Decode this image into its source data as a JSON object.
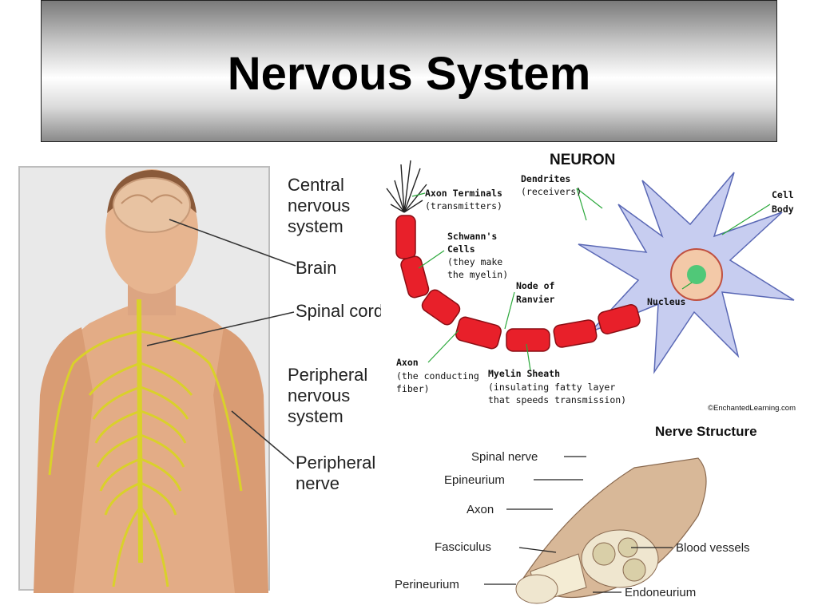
{
  "slide": {
    "title": "Nervous System"
  },
  "body_figure": {
    "labels": {
      "cns_1": "Central",
      "cns_2": "nervous",
      "cns_3": "system",
      "brain": "Brain",
      "spinal_cord": "Spinal cord",
      "pns_1": "Peripheral",
      "pns_2": "nervous",
      "pns_3": "system",
      "pnerve_1": "Peripheral",
      "pnerve_2": "nerve"
    }
  },
  "neuron_figure": {
    "title": "NEURON",
    "labels": {
      "axon_terminals": "Axon Terminals",
      "axon_terminals_sub": "(transmitters)",
      "dendrites": "Dendrites",
      "dendrites_sub": "(receivers)",
      "cell_body_1": "Cell",
      "cell_body_2": "Body",
      "schwann_1": "Schwann's",
      "schwann_2": "Cells",
      "schwann_3": "(they make",
      "schwann_4": "the myelin)",
      "node_1": "Node of",
      "node_2": "Ranvier",
      "nucleus": "Nucleus",
      "axon": "Axon",
      "axon_sub_1": "(the conducting",
      "axon_sub_2": "fiber)",
      "myelin_1": "Myelin Sheath",
      "myelin_2": "(insulating fatty layer",
      "myelin_3": "that speeds transmission)",
      "copyright": "©EnchantedLearning.com"
    }
  },
  "nerve_figure": {
    "title": "Nerve Structure",
    "labels": {
      "spinal_nerve": "Spinal nerve",
      "epineurium": "Epineurium",
      "axon": "Axon",
      "fasciculus": "Fasciculus",
      "perineurium": "Perineurium",
      "blood_vessels": "Blood vessels",
      "endoneurium": "Endoneurium"
    }
  },
  "colors": {
    "nerve_yellow": "#d9d12a",
    "myelin_red": "#e8202a",
    "dendrite_blue": "#c7cdf0",
    "skin": "#e7b58e"
  }
}
